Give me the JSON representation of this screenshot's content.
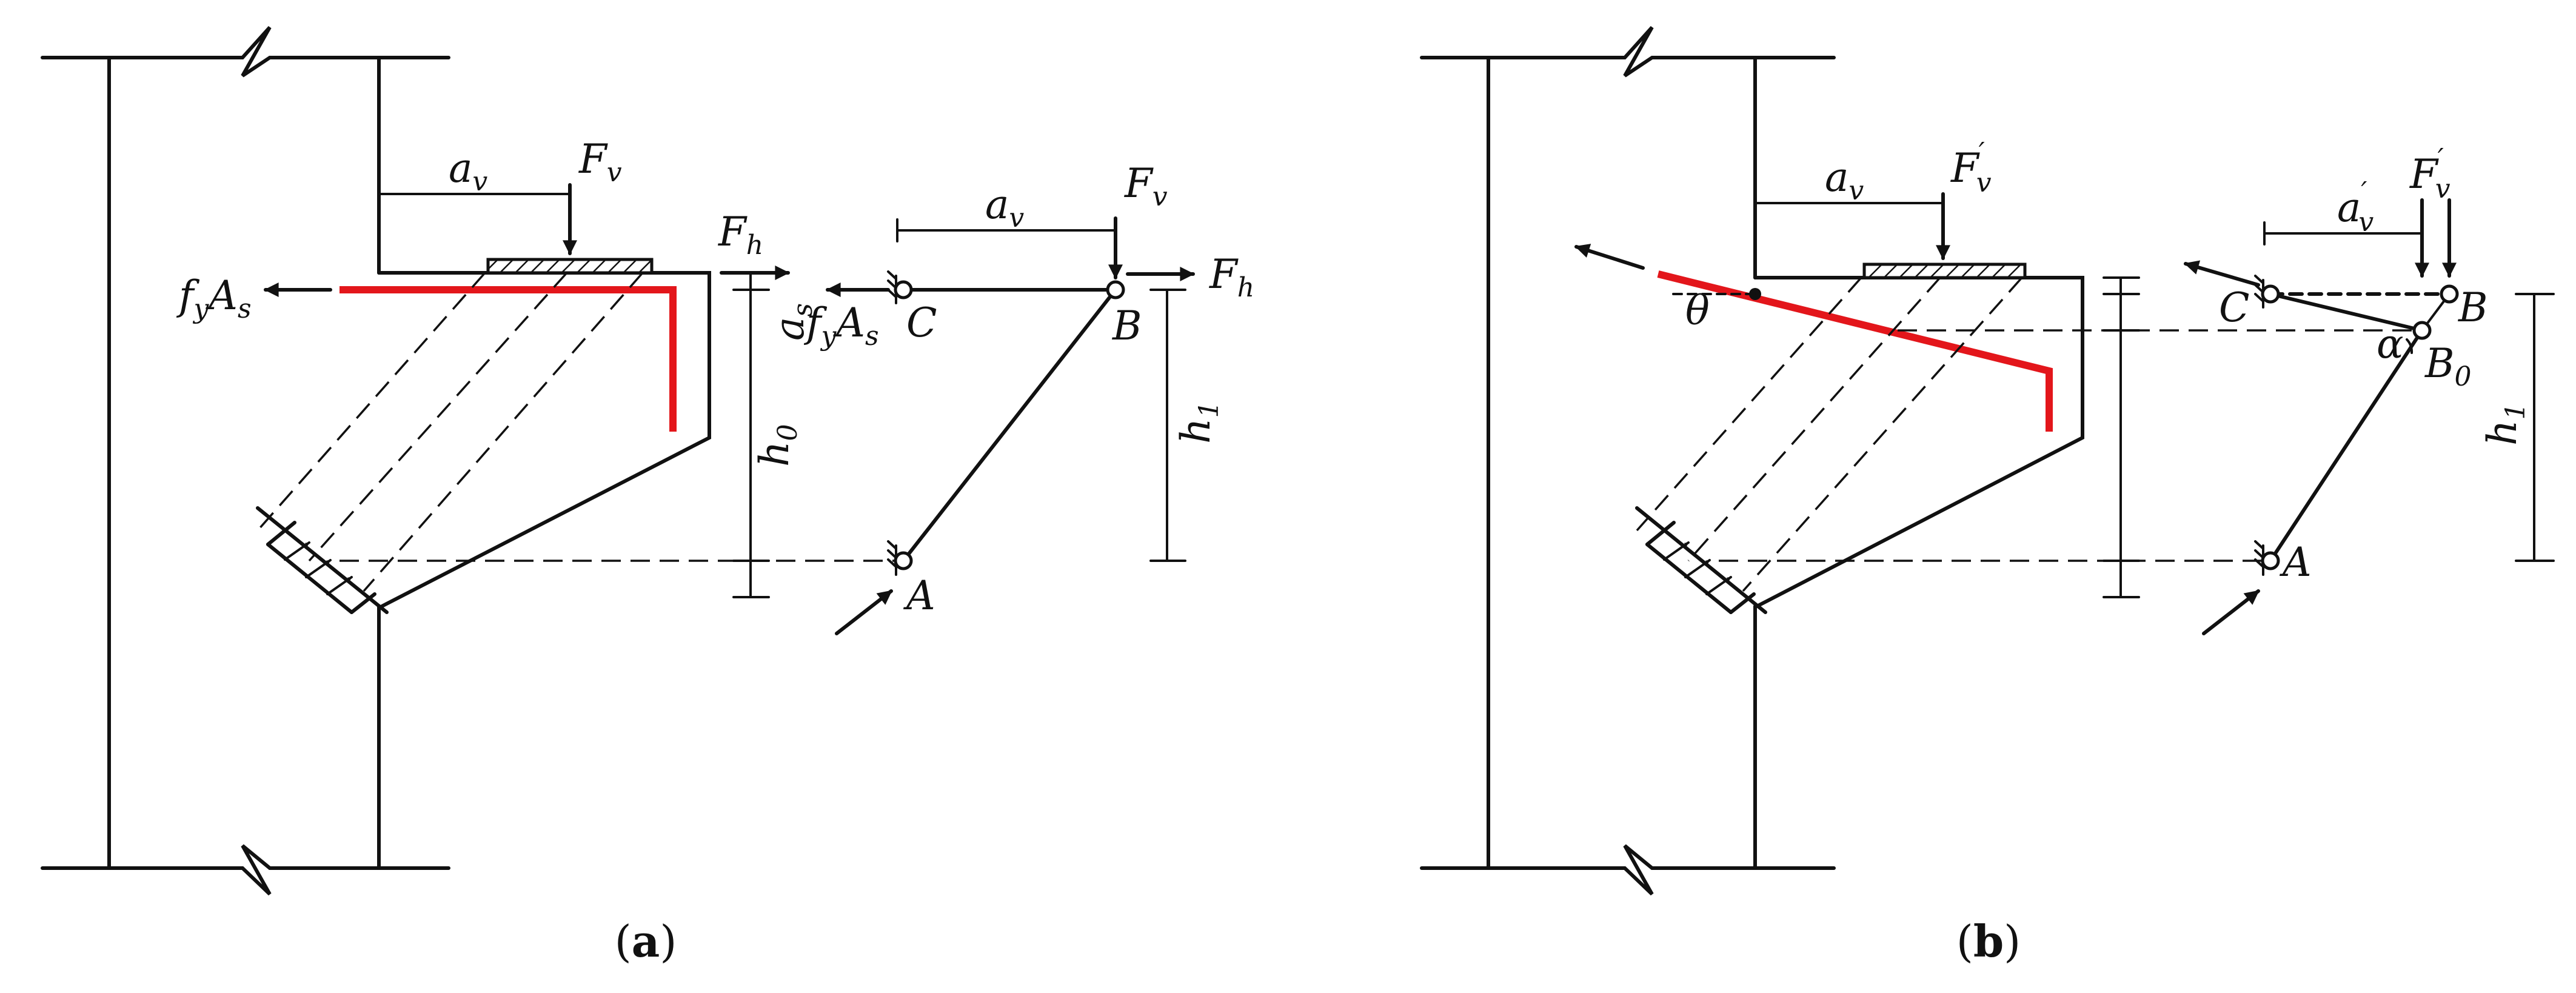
{
  "colors": {
    "line": "#111111",
    "tie": "#e3161b",
    "background": "#ffffff"
  },
  "panel_a": {
    "caption_open": "(",
    "caption_letter": "a",
    "caption_close": ")",
    "labels": {
      "a_v": "a",
      "a_v_sub": "v",
      "F_v": "F",
      "F_v_sub": "v",
      "F_h": "F",
      "F_h_sub": "h",
      "fyAs_f": "f",
      "fyAs_f_sub": "y",
      "fyAs_A": "A",
      "fyAs_A_sub": "s",
      "a_s": "a",
      "a_s_sub": "s",
      "h_0": "h",
      "h_0_sub": "0",
      "h_1": "h",
      "h_1_sub": "1",
      "node_A": "A",
      "node_B": "B",
      "node_C": "C"
    }
  },
  "panel_b": {
    "caption_open": "(",
    "caption_letter": "b",
    "caption_close": ")",
    "labels": {
      "a_v": "a",
      "a_v_sub": "v",
      "a_v_prime": "a",
      "a_v_prime_sub": "v",
      "prime": "′",
      "F_v_prime": "F",
      "F_v_prime_sub": "v",
      "theta": "θ",
      "alpha": "α",
      "B_0": "B",
      "B_0_sub": "0",
      "h_1": "h",
      "h_1_sub": "1",
      "node_A": "A",
      "node_B": "B",
      "node_C": "C"
    }
  }
}
